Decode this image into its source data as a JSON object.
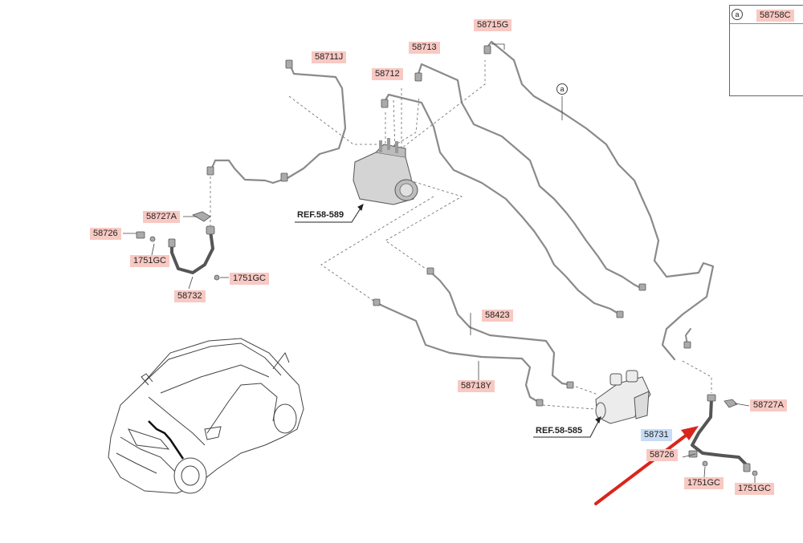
{
  "labels": {
    "p58715G": "58715G",
    "p58713": "58713",
    "p58711J": "58711J",
    "p58712": "58712",
    "p58727A_left": "58727A",
    "p58726_left": "58726",
    "p1751GC_left1": "1751GC",
    "p1751GC_left2": "1751GC",
    "p58732": "58732",
    "p58423": "58423",
    "p58718Y": "58718Y",
    "p58727A_right": "58727A",
    "p58731_highlight": "58731",
    "p58726_right": "58726",
    "p1751GC_right1": "1751GC",
    "p1751GC_right2": "1751GC",
    "p58758C": "58758C"
  },
  "references": {
    "ref_589": "REF.58-589",
    "ref_585": "REF.58-585"
  },
  "callouts": {
    "circle_a_main": "a",
    "circle_a_inset": "a"
  },
  "colors": {
    "label_bg": "#f8c9c3",
    "highlight_bg": "#c9dcf5",
    "arrow": "#d9261c",
    "line": "#8a8a8a"
  }
}
